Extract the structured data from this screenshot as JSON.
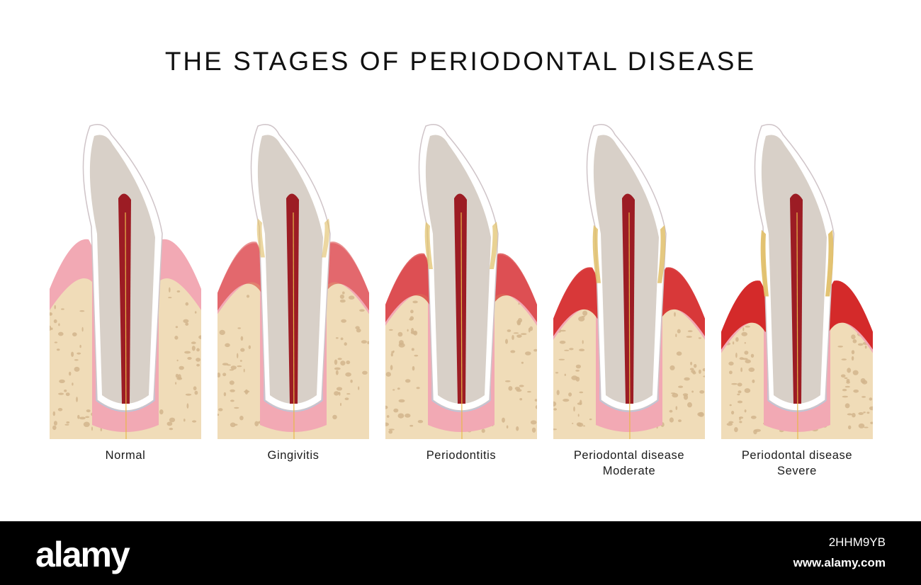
{
  "title": "THE STAGES OF PERIODONTAL DISEASE",
  "stages": [
    {
      "line1": "Normal",
      "line2": "",
      "gum_level": 0.0,
      "inflammation": 0.0,
      "plaque": 0.0
    },
    {
      "line1": "Gingivitis",
      "line2": "",
      "gum_level": 0.05,
      "inflammation": 0.35,
      "plaque": 0.25
    },
    {
      "line1": "Periodontitis",
      "line2": "",
      "gum_level": 0.2,
      "inflammation": 0.6,
      "plaque": 0.45
    },
    {
      "line1": "Periodontal disease",
      "line2": "Moderate",
      "gum_level": 0.38,
      "inflammation": 0.85,
      "plaque": 0.7
    },
    {
      "line1": "Periodontal disease",
      "line2": "Severe",
      "gum_level": 0.55,
      "inflammation": 1.0,
      "plaque": 0.9
    }
  ],
  "footer": {
    "brand": "alamy",
    "image_id": "2HHM9YB",
    "site": "www.alamy.com"
  },
  "colors": {
    "bone": "#f0dcb8",
    "bone_pore": "#d2b58c",
    "gum": "#f2a9b4",
    "inflamed": "#d42a2a",
    "enamel": "#ffffff",
    "dentin": "#d8d0c8",
    "pulp": "#9c1c24",
    "ligament": "#a9cde8",
    "plaque": "#e1c06a"
  }
}
